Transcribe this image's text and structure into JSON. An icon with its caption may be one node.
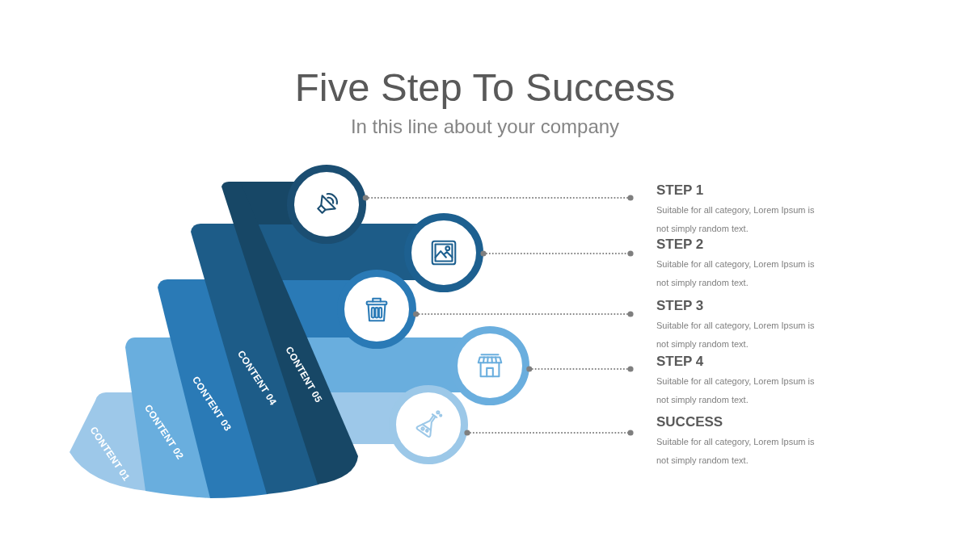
{
  "diagram": {
    "title": "Five Step To Success",
    "nodes": [
      {
        "text": [
          "CONTENT 01"
        ]
      },
      {
        "text": [
          "CONTENT 02"
        ]
      },
      {
        "text": [
          "CONTENT 03"
        ]
      },
      {
        "text": [
          "CONTENT 04"
        ]
      },
      {
        "text": [
          "CONTENT 05"
        ]
      },
      {
        "text": [],
        "shape": "circle"
      },
      {
        "text": [],
        "shape": "circle"
      },
      {
        "text": [],
        "shape": "circle"
      },
      {
        "text": [],
        "shape": "circle"
      },
      {
        "text": [],
        "shape": "circle"
      },
      {
        "text": [
          "STEP 1",
          "Suitable for all category, Lorem Ipsum is not simply random text."
        ]
      },
      {
        "text": [
          "STEP 2",
          "Suitable for all category, Lorem Ipsum is not simply random text."
        ]
      },
      {
        "text": [
          "STEP 3",
          "Suitable for all category, Lorem Ipsum is not simply random text."
        ]
      },
      {
        "text": [
          "STEP 4",
          "Suitable for all category, Lorem Ipsum is not simply random text."
        ]
      },
      {
        "text": [
          "SUCCESS",
          "Suitable for all category, Lorem Ipsum is not simply random text."
        ]
      }
    ],
    "edges": [
      {
        "from": 5,
        "to": 10,
        "arrow": "other",
        "style": "dashed"
      },
      {
        "from": 6,
        "to": 11,
        "arrow": "other",
        "style": "dashed"
      },
      {
        "from": 7,
        "to": 12,
        "arrow": "other",
        "style": "dashed"
      },
      {
        "from": 8,
        "to": 13,
        "arrow": "other",
        "style": "dashed"
      },
      {
        "from": 9,
        "to": 14,
        "arrow": "other",
        "style": "dashed"
      }
    ],
    "labels": [
      "In this line about your company"
    ]
  }
}
